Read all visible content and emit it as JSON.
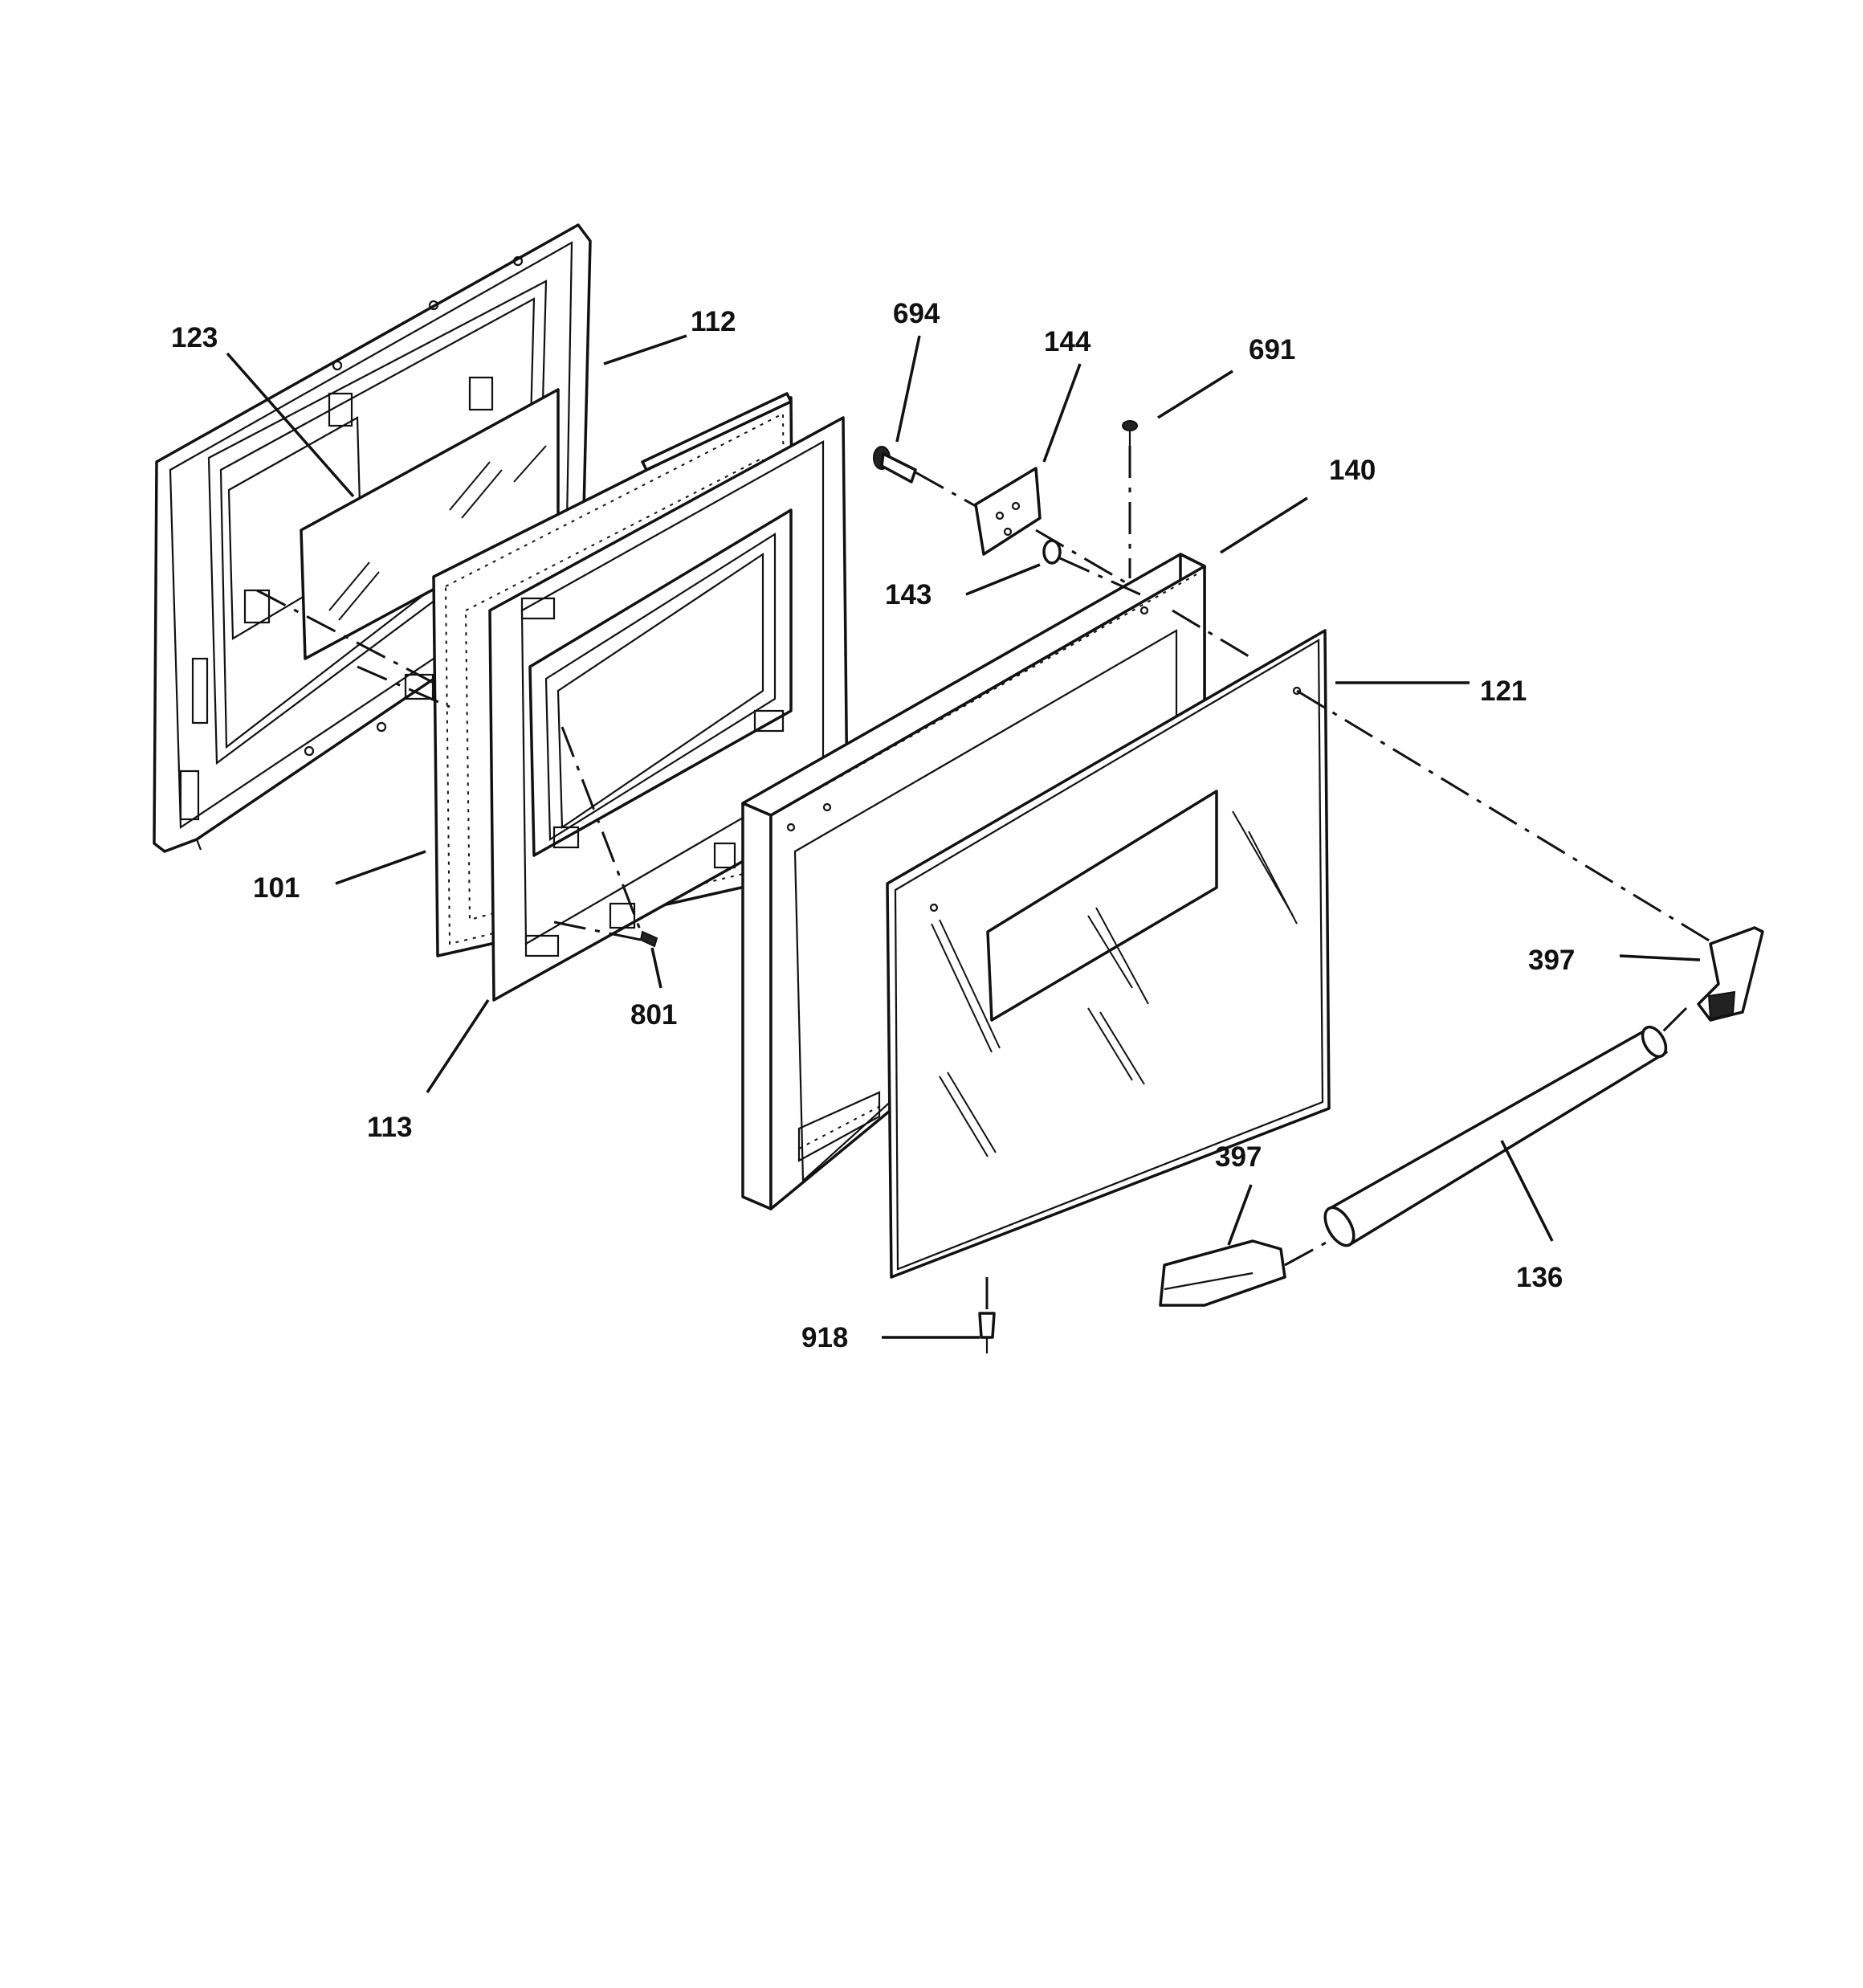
{
  "callouts": [
    {
      "id": "123",
      "label": "123"
    },
    {
      "id": "112",
      "label": "112"
    },
    {
      "id": "694",
      "label": "694"
    },
    {
      "id": "144",
      "label": "144"
    },
    {
      "id": "691",
      "label": "691"
    },
    {
      "id": "140",
      "label": "140"
    },
    {
      "id": "143",
      "label": "143"
    },
    {
      "id": "121",
      "label": "121"
    },
    {
      "id": "101",
      "label": "101"
    },
    {
      "id": "801",
      "label": "801"
    },
    {
      "id": "113",
      "label": "113"
    },
    {
      "id": "397a",
      "label": "397"
    },
    {
      "id": "397b",
      "label": "397"
    },
    {
      "id": "136",
      "label": "136"
    },
    {
      "id": "918",
      "label": "918"
    }
  ]
}
